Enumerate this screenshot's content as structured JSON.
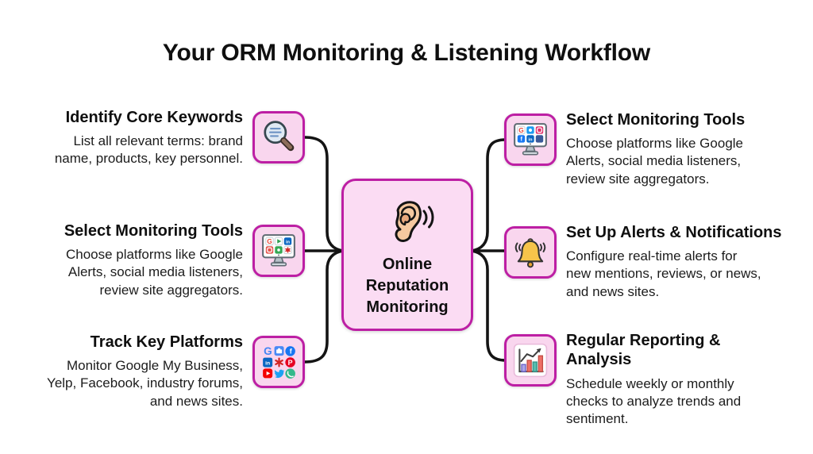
{
  "title": "Your ORM Monitoring & Listening Workflow",
  "center": {
    "label": "Online\nReputation\nMonitoring",
    "icon": "ear-listening-icon"
  },
  "left_items": [
    {
      "heading": "Identify Core Keywords",
      "description": "List all relevant terms: brand\nname, products, key personnel.",
      "icon": "magnifying-glass-icon"
    },
    {
      "heading": "Select Monitoring Tools",
      "description": "Choose platforms like Google\nAlerts, social media listeners,\nreview site aggregators.",
      "icon": "monitor-social-apps-icon"
    },
    {
      "heading": "Track Key Platforms",
      "description": "Monitor Google My Business,\nYelp, Facebook, industry forums,\nand news sites.",
      "icon": "social-platforms-grid-icon"
    }
  ],
  "right_items": [
    {
      "heading": "Select Monitoring Tools",
      "description": "Choose platforms like Google\nAlerts, social media listeners,\nreview site aggregators.",
      "icon": "monitor-social-apps-icon"
    },
    {
      "heading": "Set Up Alerts & Notifications",
      "description": "Configure real-time alerts for\nnew mentions, reviews, or news,\nand news sites.",
      "icon": "alert-bell-icon"
    },
    {
      "heading": "Regular Reporting &\nAnalysis",
      "description": "Schedule weekly or monthly\nchecks to analyze trends and\nsentiment.",
      "icon": "bar-chart-growth-icon"
    }
  ],
  "colors": {
    "accent": "#bd1fa4",
    "node_fill": "#fbdcf3",
    "tile_fill": "#f9d6ee",
    "connector": "#141414",
    "heading_text": "#0f0f0f",
    "body_text": "#1c1c1c"
  }
}
